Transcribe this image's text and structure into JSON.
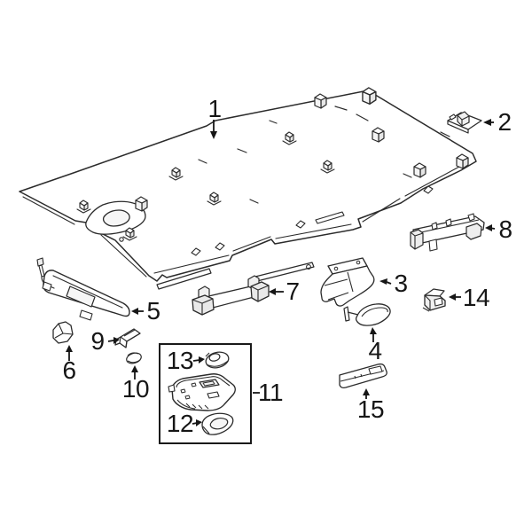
{
  "diagram": {
    "background": "#ffffff",
    "ink_color": "#2b2b2b",
    "shade_color": "#e2e2e2",
    "inset_box_color": "#1a1a1a",
    "callouts": [
      "1",
      "2",
      "3",
      "4",
      "5",
      "6",
      "7",
      "8",
      "9",
      "10",
      "11",
      "12",
      "13",
      "14",
      "15"
    ]
  }
}
